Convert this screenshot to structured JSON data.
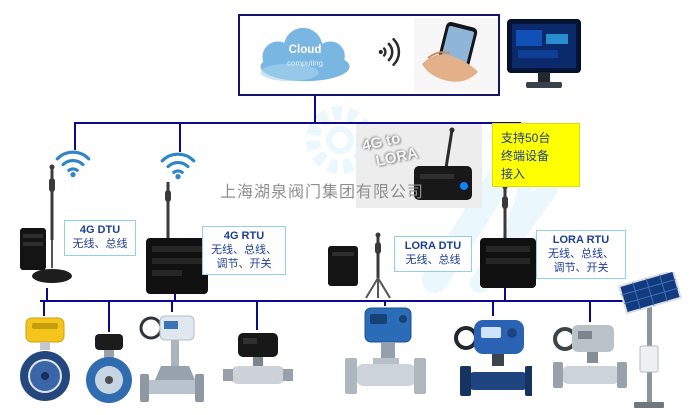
{
  "company_watermark": "上海湖泉阀门集团有限公司",
  "colors": {
    "connector_line": "#0a0a8f",
    "label_border": "#8fd0ea",
    "label_text": "#1e3d96",
    "note_background": "#ffff00",
    "wifi_blue": "#2e86c8",
    "cloud_blue": "#7ab6e2",
    "top_box_border": "#14146e"
  },
  "cloud": {
    "title": "Cloud",
    "subtitle": "computing"
  },
  "bridge": {
    "lines": [
      "4G to",
      "LORA"
    ]
  },
  "note": {
    "lines": [
      "支持50台",
      "终端设备",
      "接入"
    ]
  },
  "device_labels": [
    {
      "name": "4G DTU",
      "lines": [
        "无线、总线"
      ]
    },
    {
      "name": "4G RTU",
      "lines": [
        "无线、总线、",
        "调节、开关"
      ]
    },
    {
      "name": "LORA DTU",
      "lines": [
        "无线、总线"
      ]
    },
    {
      "name": "LORA RTU",
      "lines": [
        "无线、总线、",
        "调节、开关"
      ]
    }
  ],
  "equipment_icons": [
    "yellow-electric-actuator-butterfly-valve",
    "electric-butterfly-valve",
    "electric-gate-valve",
    "black-electric-ball-valve",
    "blue-electric-actuator-flanged-ball-valve",
    "blue-rotary-actuator-valve",
    "gray-electric-actuator-ball-valve",
    "solar-panel-pole-station"
  ]
}
